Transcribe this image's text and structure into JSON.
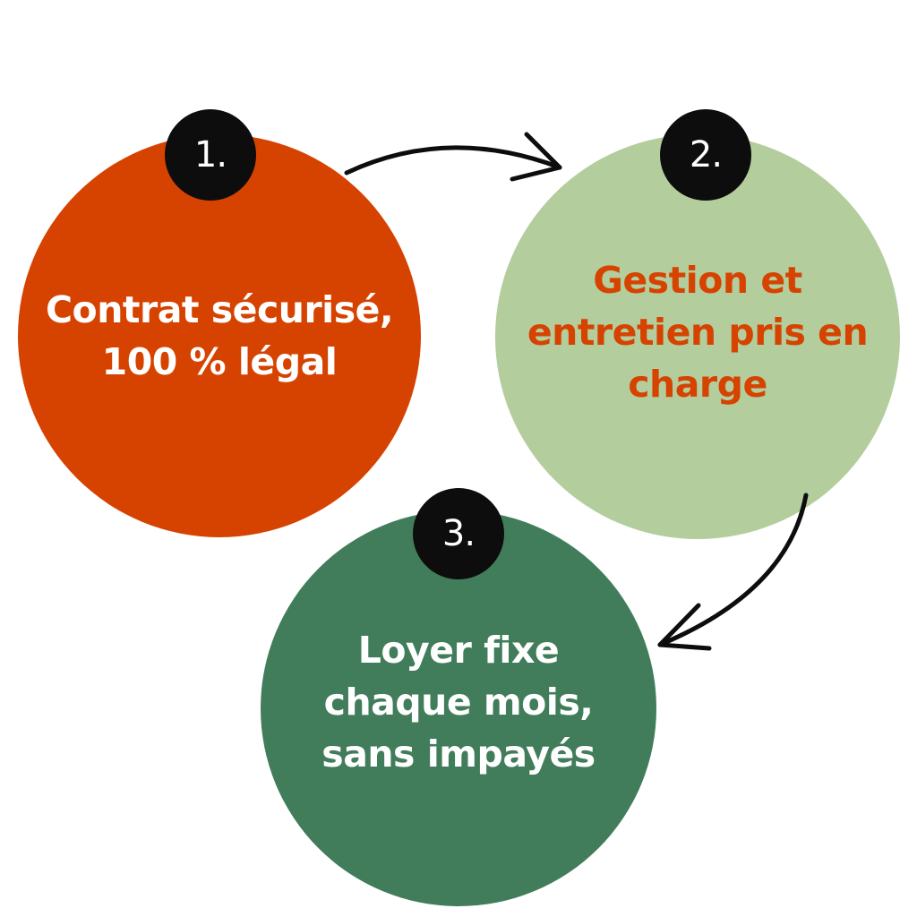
{
  "steps": [
    {
      "number": "1.",
      "text": "Contrat sécurisé, 100 % légal",
      "fill": "#d64300",
      "text_color": "#ffffff"
    },
    {
      "number": "2.",
      "text": "Gestion et entretien pris en charge",
      "fill": "#b3cd9d",
      "text_color": "#d64300"
    },
    {
      "number": "3.",
      "text": "Loyer fixe chaque mois, sans impayés",
      "fill": "#417d5a",
      "text_color": "#ffffff"
    }
  ],
  "badge_color": "#0d0d0d",
  "arrow_color": "#0d0d0d"
}
